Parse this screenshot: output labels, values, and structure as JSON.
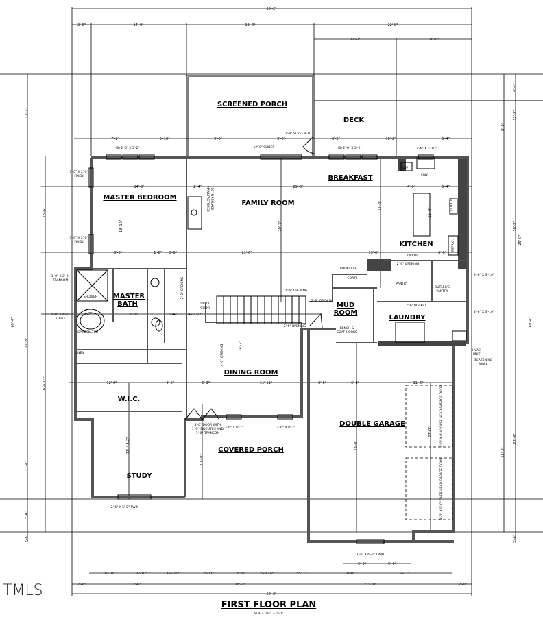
{
  "plan": {
    "title": "FIRST FLOOR PLAN",
    "scale": "SCALE 1/4\" = 1'-0\"",
    "logo": "TMLS"
  },
  "rooms": {
    "screened_porch": "SCREENED PORCH",
    "deck": "DECK",
    "breakfast": "BREAKFAST",
    "master_bedroom": "MASTER BEDROOM",
    "family_room": "FAMILY ROOM",
    "kitchen": "KITCHEN",
    "master_bath_1": "MASTER",
    "master_bath_2": "BATH",
    "mud_room_1": "MUD",
    "mud_room_2": "ROOM",
    "laundry": "LAUNDRY",
    "dining_room": "DINING ROOM",
    "wic": "W.I.C.",
    "double_garage": "DOUBLE GARAGE",
    "covered_porch": "COVERED PORCH",
    "study": "STUDY"
  },
  "notes": {
    "shower": "SHOWER",
    "garden_tub": "GARDEN TUB",
    "linen": "LINEN",
    "bookcase": "BOOKCASE",
    "coats": "COATS",
    "pantry": "PANTRY",
    "butlers_pantry_1": "BUTLER'S",
    "butlers_pantry_2": "PANTRY",
    "ovens": "OVENS",
    "dw": "DW",
    "sink": "SINK",
    "cooktop": "COOKTOP",
    "refrig": "REFRIG.",
    "hvac_1": "HVAC",
    "hvac_2": "UNIT",
    "screening_wall_1": "SCREENING",
    "screening_wall_2": "WALL",
    "bench_1": "BENCH &",
    "bench_2": "COAT HOOKS",
    "stairs_1": "UP 17",
    "stairs_2": "RISERS",
    "fireplace_1": "MANUFACTURED",
    "fireplace_2": "36\" FIREPLACE",
    "slider": "12'-0\" SLIDER",
    "screened_door": "2'-8\" SCREENED",
    "win_mb_1": "(3) 2'-6\" X 5'-2\"",
    "win_brk": "(3) 2'-6\" X 5'-2\"",
    "win_sink": "2'-6\" X 3'-10\"",
    "win_fixed_1a": "3'-0\" X 2'-0\"",
    "win_fixed_1b": "FIXED",
    "win_fixed_2a": "3'-0\" X 2'-0\"",
    "win_fixed_2b": "FIXED",
    "win_transom_a": "3'-0\" X 2'-0\"",
    "win_transom_b": "TRANSOM",
    "win_fixed_3a": "4'-0\" X 4'-0\"",
    "win_fixed_3b": "FIXED",
    "win_right_1": "2'-6\" X 3'-10\"",
    "win_right_2": "2'-6\" X 3'-10\"",
    "opening_1": "2'-6\" OPENING",
    "opening_2": "2'-6\" OPENING",
    "opening_3": "2'-6\" OPENING",
    "opening_4": "2'-6\" OPENING",
    "opening_dining": "4'-0\" OPENING",
    "opening_closet": "2'-0\" OPENING",
    "pocket": "2'-6\" POCKET",
    "front_door_1": "3'-0\" DOOR WITH",
    "front_door_2": "1'-0\" SIDELITES AND",
    "front_door_3": "1'-0\" TRANSOM",
    "win_porch_1": "2'-6\" X 8'-2\"",
    "win_porch_2": "2'-6\" X 8'-2\"",
    "win_study": "2'-6\" X 5'-2\" TWIN",
    "win_garage": "2'-6\" X 6'-2\" TWIN",
    "garage_door_1": "9'-0\" X 8'-0\" OVER HEAD GARAGE DOOR",
    "garage_door_2": "9'-0\" X 8'-0\" OVER HEAD GARAGE DOOR"
  },
  "dimensions": {
    "overall_top": "58'-2\"",
    "top_row": [
      "2'-6\"",
      "14'-0\"",
      "13'-0\"",
      "22'-8\""
    ],
    "deck_row": [
      "12'-0\"",
      "10'-8\""
    ],
    "porch_row": [
      "7'-2\"",
      "6'-10\"",
      "9'-6\"",
      "9'-6\"",
      "6'-2\"",
      "10'-2\"",
      "6'-4\""
    ],
    "mid_row_1": [
      "14'-0\"",
      "2'-4\"",
      "29'-0\"",
      "4'-0\"",
      "6'-4\""
    ],
    "mid_row_2": [
      "9'-6\"",
      "1'-6\"",
      "3'-6\"",
      "21'-6\"",
      "13'-6\"",
      "6'-6\""
    ],
    "bath_row": [
      "5'-2\"",
      "6'-0\"",
      "5'-4\"",
      "4'-5 1/2\""
    ],
    "dining_row": [
      "12'-0\"",
      "4'-6\"",
      "6'-3\"",
      "11'-11\"",
      "3'-6\"",
      "6'-8\"",
      "11'-6\""
    ],
    "vertical": [
      "18'-10\"",
      "20'-7\"",
      "17'-3\"",
      "15'-0\"",
      "14'-2\"",
      "10'-10\"",
      "11'-4 1/2\"",
      "23'-4\"",
      "27'-0\""
    ],
    "left_side": [
      "12'-2\"",
      "18'-6\"",
      "22'-8\"",
      "16'-6 1/2\"",
      "11'-4\"",
      "69'-4\"",
      "3'-4\"",
      "2'-6\""
    ],
    "right_side": [
      "4'-4\"",
      "12'-2\"",
      "8'-0\"",
      "18'-2\"",
      "29'-0\"",
      "69'-4\"",
      "27'-4\"",
      "11'-4\"",
      "2'-6\""
    ],
    "bottom_row_1": [
      "6'-10\"",
      "6'-10\"",
      "3'-5 1/2\"",
      "5'-11\"",
      "6'-0\"",
      "2'-9 1/2\"",
      "5'-11\"",
      "10'-0\"",
      "5'-11\""
    ],
    "bottom_garage": [
      "5'-0\"",
      "5'-0\""
    ],
    "bottom_row_2": [
      "2'-6\"",
      "13'-6\"",
      "18'-2\"",
      "21'-10\"",
      "2'-0\""
    ],
    "overall_bottom": "58'-2\""
  }
}
